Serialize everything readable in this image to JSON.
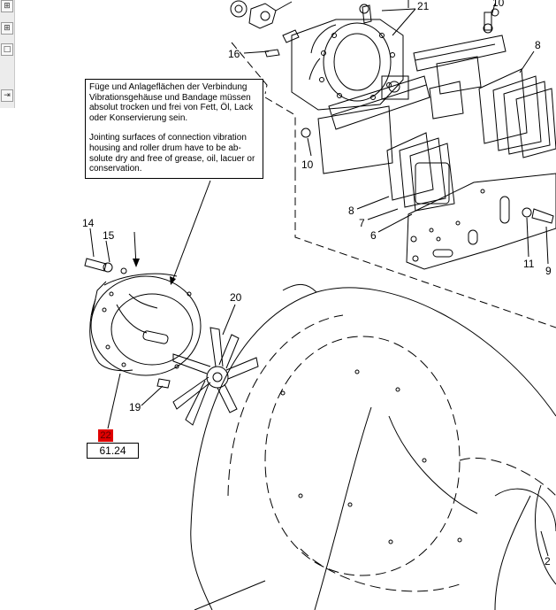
{
  "toolbar": {
    "buttons": [
      {
        "name": "expand-button",
        "icon": "grid-icon",
        "glyph": "⊞"
      },
      {
        "name": "view-button",
        "icon": "window-icon",
        "glyph": "□"
      },
      {
        "name": "next-button",
        "icon": "arrow-right-icon",
        "glyph": "⇥"
      }
    ]
  },
  "note": {
    "german": "Füge und Anlageflächen der Verbindung Vibrationsgehäuse und Bandage müssen absolut trocken und frei von Fett, Öl, Lack oder Konservierung sein.",
    "english": "Jointing surfaces of connection vibration housing and roller drum have to be ab-solute dry and free of grease, oil, lacuer or conservation."
  },
  "callouts": {
    "c16": "16",
    "c21": "21",
    "c10a": "10",
    "c8a": "8",
    "c10b": "10",
    "c8b": "8",
    "c7": "7",
    "c6": "6",
    "c14": "14",
    "c15": "15",
    "c11": "11",
    "c9": "9",
    "c20": "20",
    "c19": "19",
    "c2": "2"
  },
  "reference": {
    "badge": "22",
    "value": "61.24"
  },
  "colors": {
    "badge": "#e00000",
    "line": "#000000"
  }
}
